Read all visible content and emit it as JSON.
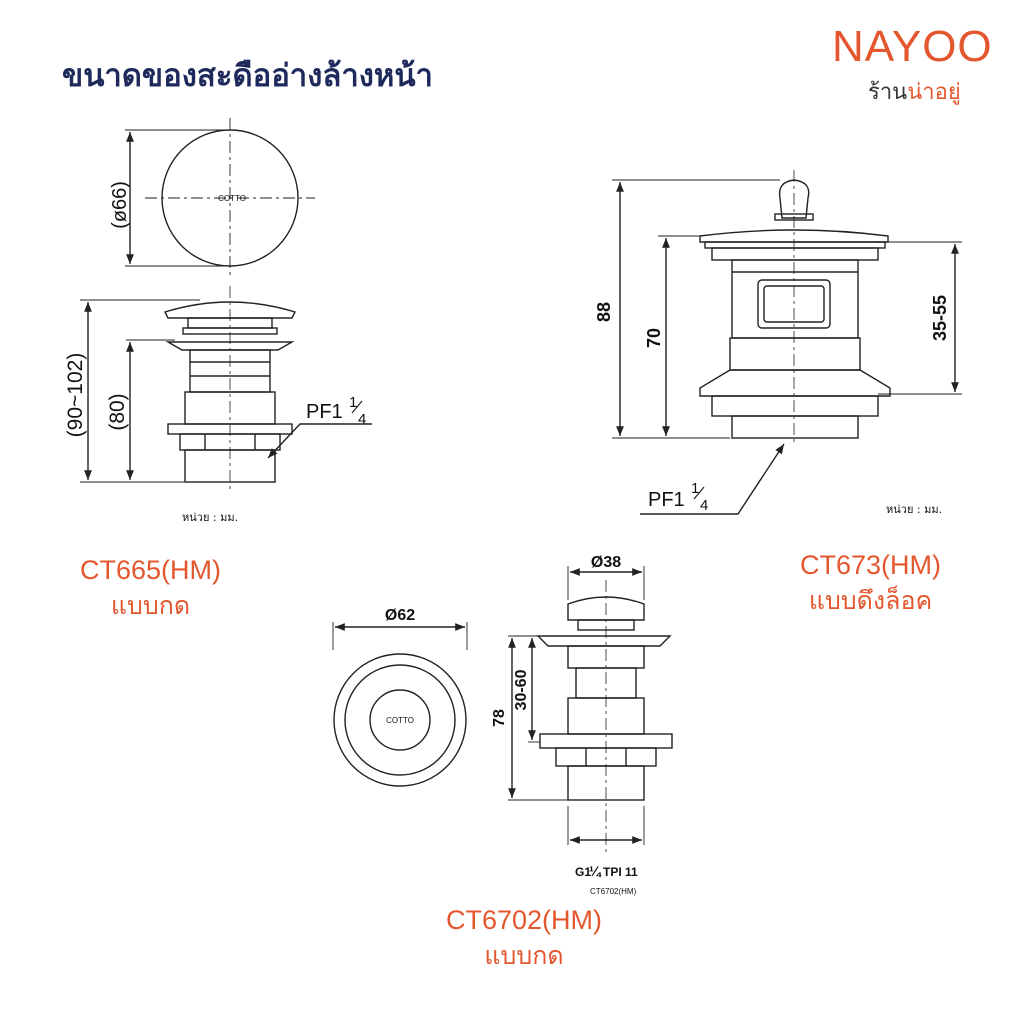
{
  "header": {
    "title": "ขนาดของสะดืออ่างล้างหน้า"
  },
  "brand": {
    "logo": "NAYOO",
    "tagline_part1": "ร้าน",
    "tagline_part2": "น่าอยู่",
    "accent": "#e4572e"
  },
  "unit_label": "หน่วย : มม.",
  "product_a": {
    "model": "CT665(HM)",
    "type": "แบบกด",
    "dim_top_diameter": "(ø66)",
    "dim_height_range": "(90~102)",
    "dim_height": "(80)",
    "thread_main": "PF1",
    "thread_num": "1",
    "thread_den": "4",
    "cap_mark": "COTTO"
  },
  "product_b": {
    "model": "CT673(HM)",
    "type": "แบบดึงล็อค",
    "dim_total": "88",
    "dim_body": "70",
    "dim_adjust": "35-55",
    "thread_main": "PF1",
    "thread_num": "1",
    "thread_den": "4"
  },
  "product_c": {
    "model": "CT6702(HM)",
    "type": "แบบกด",
    "dim_cap": "Ø38",
    "dim_flange": "Ø62",
    "dim_total": "78",
    "dim_adjust": "30-60",
    "thread_prefix": "G1",
    "thread_frac": "¼",
    "thread_suffix": "TPI 11",
    "drawing_ref": "CT6702(HM)",
    "cap_mark": "COTTO"
  }
}
